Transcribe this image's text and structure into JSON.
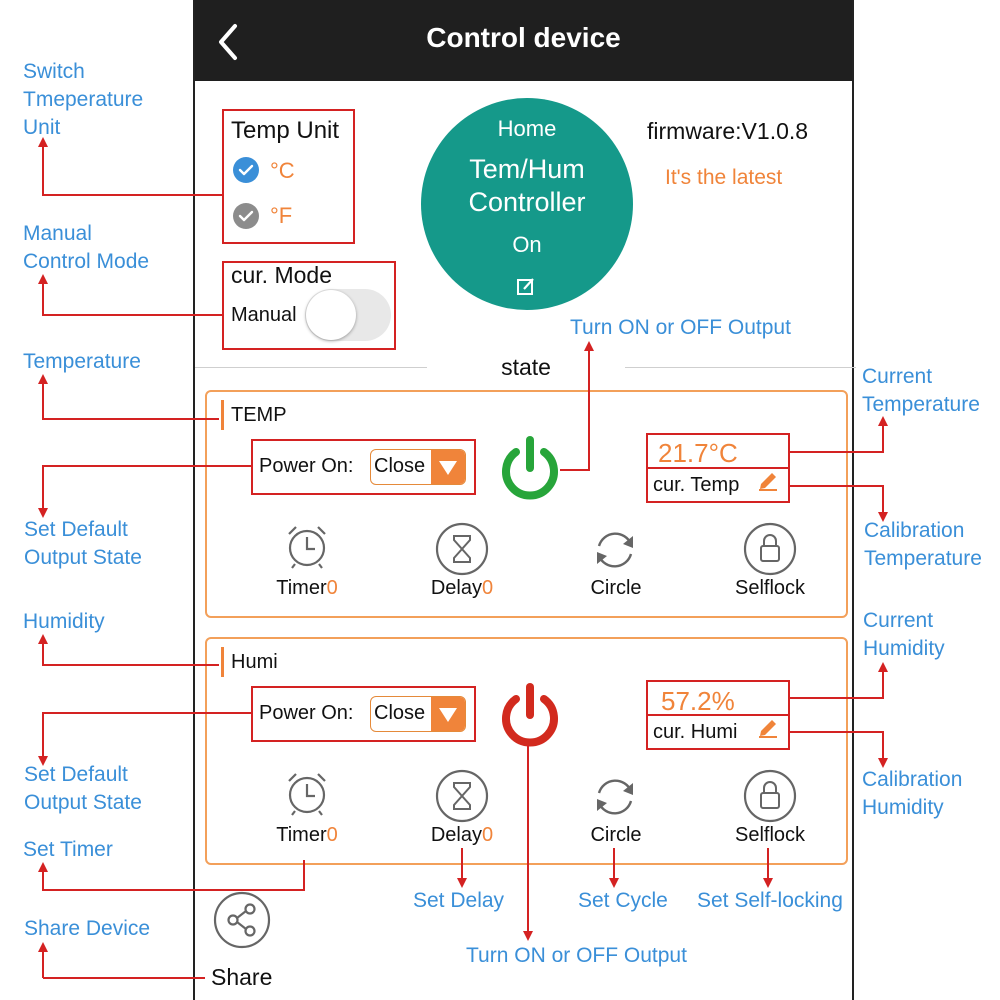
{
  "header": {
    "title": "Control device"
  },
  "temp_unit": {
    "title": "Temp Unit",
    "celsius": "°C",
    "fahrenheit": "°F"
  },
  "device": {
    "location": "Home",
    "name_line1": "Tem/Hum",
    "name_line2": "Controller",
    "status": "On"
  },
  "firmware": {
    "version": "firmware:V1.0.8",
    "status": "It's the latest"
  },
  "mode": {
    "title": "cur. Mode",
    "value": "Manual"
  },
  "state_label": "state",
  "temp_panel": {
    "label": "TEMP",
    "power_on_label": "Power On:",
    "power_on_value": "Close",
    "reading": "21.7°C",
    "reading_label": "cur. Temp",
    "power_color": "#27a53a",
    "functions": {
      "timer": "Timer",
      "timer_count": "0",
      "delay": "Delay",
      "delay_count": "0",
      "circle": "Circle",
      "selflock": "Selflock"
    }
  },
  "humi_panel": {
    "label": "Humi",
    "power_on_label": "Power On:",
    "power_on_value": "Close",
    "reading": "57.2%",
    "reading_label": "cur. Humi",
    "power_color": "#d22a1e",
    "functions": {
      "timer": "Timer",
      "timer_count": "0",
      "delay": "Delay",
      "delay_count": "0",
      "circle": "Circle",
      "selflock": "Selflock"
    }
  },
  "share": {
    "label": "Share"
  },
  "annotations": {
    "switch_unit": "Switch\nTmeperature\nUnit",
    "manual_mode": "Manual\nControl Mode",
    "temperature": "Temperature",
    "set_default_1": "Set Default\nOutput State",
    "humidity": "Humidity",
    "set_default_2": "Set Default\nOutput State",
    "set_timer": "Set Timer",
    "share_device": "Share Device",
    "turn_on_off_top": "Turn ON or OFF Output",
    "current_temp": "Current\nTemperature",
    "calibration_temp": "Calibration\nTemperature",
    "current_humi": "Current\nHumidity",
    "calibration_humi": "Calibration\nHumidity",
    "set_delay": "Set Delay",
    "set_cycle": "Set Cycle",
    "set_selflock": "Set Self-locking",
    "turn_on_off_bottom": "Turn ON or OFF Output"
  },
  "colors": {
    "accent": "#f0843a",
    "teal": "#15998a",
    "annotation": "#3a8fd8",
    "highlight_box": "#d42222"
  }
}
